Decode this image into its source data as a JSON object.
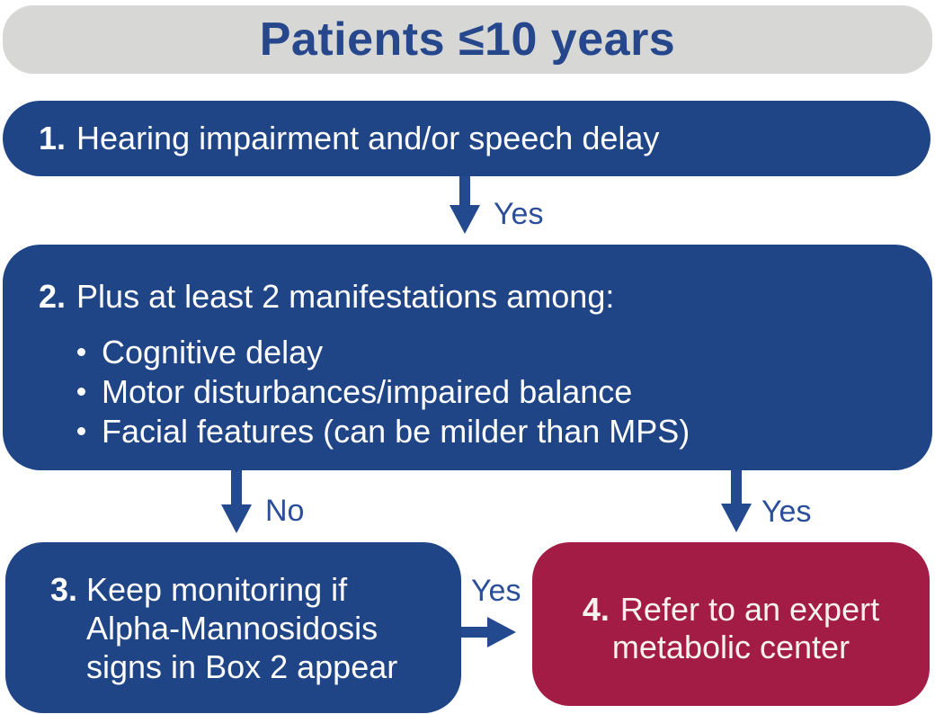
{
  "colors": {
    "box_blue": "#1F4586",
    "box_red": "#A21C45",
    "header_bg": "#D7D7D5",
    "header_text": "#27478C",
    "arrow_blue": "#234A8F",
    "label_blue": "#2A4E99",
    "text_white": "#FFFFFF",
    "red_box_text": "#F7F3EC"
  },
  "header": {
    "title": "Patients ≤10 years"
  },
  "flow": {
    "box1": {
      "number": "1.",
      "text": "Hearing impairment and/or speech delay"
    },
    "arrow1": {
      "label": "Yes"
    },
    "box2": {
      "number": "2.",
      "title": "Plus at least 2 manifestations among:",
      "bullets": [
        "Cognitive delay",
        "Motor disturbances/impaired balance",
        "Facial features (can be milder than MPS)"
      ]
    },
    "arrow_no": {
      "label": "No"
    },
    "arrow_yes": {
      "label": "Yes"
    },
    "box3": {
      "number": "3.",
      "lines": [
        "Keep monitoring if",
        "Alpha-Mannosidosis",
        "signs in Box 2 appear"
      ]
    },
    "arrow_box3_to_box4": {
      "label": "Yes"
    },
    "box4": {
      "number": "4.",
      "lines": [
        "Refer to an expert",
        "metabolic center"
      ]
    }
  }
}
